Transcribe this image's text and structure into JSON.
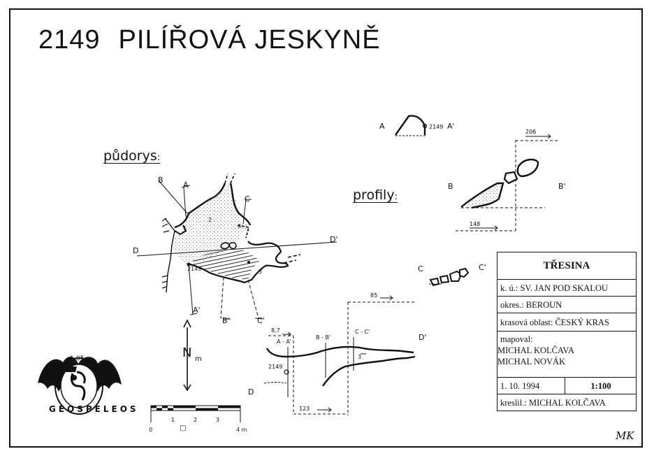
{
  "map_title": {
    "number": "2149",
    "name": "PILÍŘOVÁ JESKYNĚ"
  },
  "plan_label": "půdorys",
  "profiles_label": "profily",
  "section_letters": {
    "A": "A",
    "A_prime": "A'",
    "B": "B",
    "B_prime": "B'",
    "C": "C",
    "C_prime": "C'",
    "D": "D",
    "D_prime": "D'"
  },
  "profile_labels": {
    "aa": "A - A'",
    "bb": "B - B'",
    "cc": "C - C'"
  },
  "measurements": {
    "m206": "206",
    "m148": "148",
    "m85": "85",
    "m87": "8,7",
    "m123": "123"
  },
  "entrance_number": "2149",
  "point_numbers": [
    "1",
    "2",
    "3",
    "4"
  ],
  "north_label": "N",
  "north_sub": "m",
  "scale_bar": {
    "ticks": [
      "0",
      "1",
      "2",
      "3",
      "4 m"
    ],
    "mark": "□"
  },
  "logo": {
    "text": "GEOSPELEOS",
    "code": "1-05"
  },
  "info_box": {
    "locality": "TŘESINA",
    "ku": "k. ú.: SV. JAN POD SKALOU",
    "okres": "okres.: BEROUN",
    "krasova_oblast": "krasová oblast: ČESKÝ KRAS",
    "mapoval_label": "mapoval:",
    "mapoval_names": [
      "MICHAL KOLČAVA",
      "MICHAL NOVÁK"
    ],
    "date": "1. 10. 1994",
    "scale": "1:100",
    "kreslil": "kreslil.: MICHAL KOLČAVA"
  },
  "signature": "MK"
}
